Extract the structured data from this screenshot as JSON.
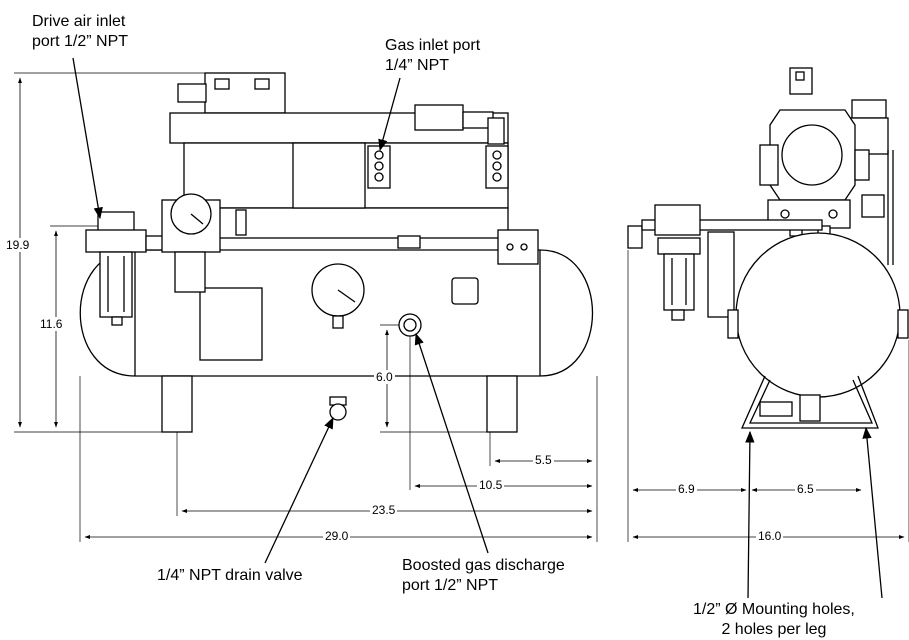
{
  "labels": {
    "drive_air_inlet": [
      "Drive air inlet",
      "port 1/2” NPT"
    ],
    "gas_inlet": [
      "Gas inlet port",
      "1/4” NPT"
    ],
    "drain_valve": "1/4” NPT drain valve",
    "boosted_gas_discharge": [
      "Boosted gas discharge",
      "port 1/2” NPT"
    ],
    "mounting_holes": [
      "1/2” Ø Mounting holes,",
      "2 holes per leg"
    ]
  },
  "dimensions": {
    "overall_height": "19.9",
    "tank_height": "11.6",
    "discharge_height": "6.0",
    "discharge_from_right": "5.5",
    "drain_from_right": "10.5",
    "leg_span": "23.5",
    "overall_length": "29.0",
    "side_left_to_hole": "6.9",
    "side_hole_spacing": "6.5",
    "side_overall_width": "16.0"
  }
}
